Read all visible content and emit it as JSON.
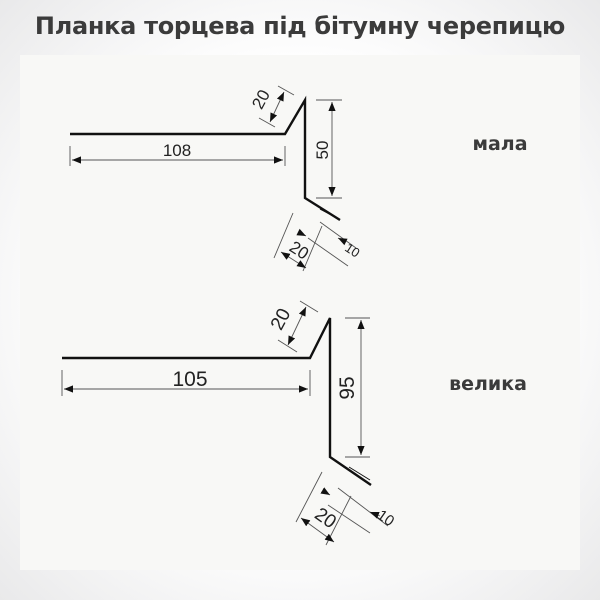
{
  "title": "Планка торцева під бітумну черепицю",
  "variants": [
    {
      "label": "мала",
      "length": "108",
      "height": "50",
      "top_flange": "20",
      "bottom_flange": "20",
      "hem": "10"
    },
    {
      "label": "велика",
      "length": "105",
      "height": "95",
      "top_flange": "20",
      "bottom_flange": "20",
      "hem": "10"
    }
  ]
}
